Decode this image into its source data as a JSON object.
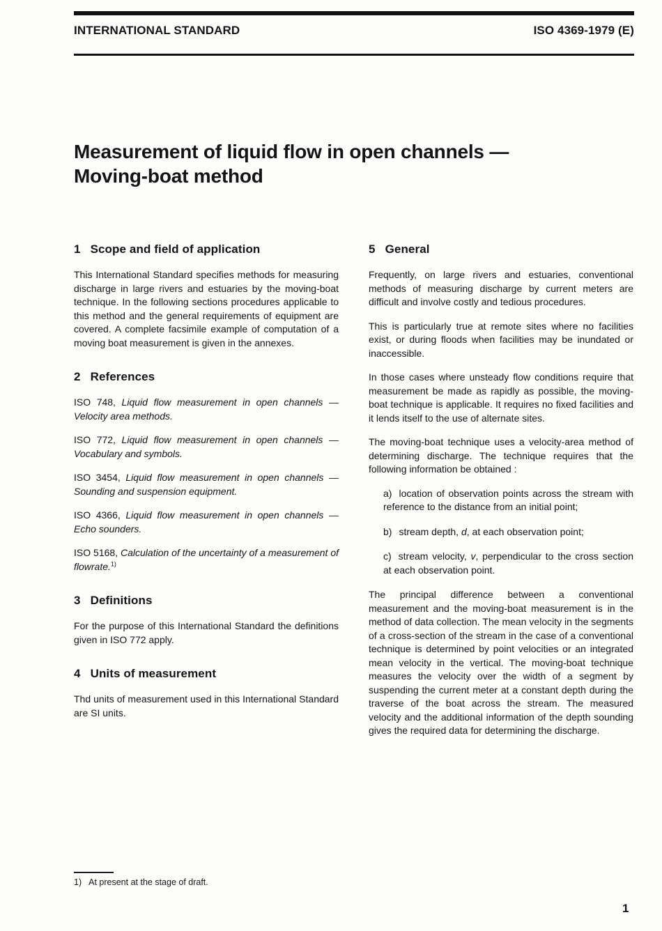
{
  "colors": {
    "paper": "#fdfdfb",
    "ink": "#141414"
  },
  "header": {
    "left_label": "INTERNATIONAL STANDARD",
    "right_label": "ISO 4369-1979 (E)"
  },
  "title": {
    "line1": "Measurement of liquid flow in open channels —",
    "line2": "Moving-boat method"
  },
  "sections": {
    "scope": {
      "num": "1",
      "heading": "Scope and field of application",
      "p1": "This International Standard specifies methods for measuring discharge in large rivers and estuaries by the moving-boat technique. In the following sections procedures applicable to this method and the general requirements of equipment are covered. A complete facsimile example of computation of a moving boat measurement is given in the annexes."
    },
    "references": {
      "num": "2",
      "heading": "References",
      "items": [
        {
          "code": "ISO 748,",
          "title": "Liquid flow measurement in open channels — Velocity area methods."
        },
        {
          "code": "ISO 772,",
          "title": "Liquid flow measurement in open channels — Vocabulary and symbols."
        },
        {
          "code": "ISO 3454,",
          "title": "Liquid flow measurement in open channels — Sounding and suspension equipment."
        },
        {
          "code": "ISO 4366,",
          "title": "Liquid flow measurement in open channels — Echo sounders."
        },
        {
          "code": "ISO 5168,",
          "title": "Calculation of the uncertainty of a measurement of flowrate.",
          "footnote_ref": "1)"
        }
      ]
    },
    "definitions": {
      "num": "3",
      "heading": "Definitions",
      "p1": "For the purpose of this International Standard the definitions given in ISO 772 apply."
    },
    "units": {
      "num": "4",
      "heading": "Units of measurement",
      "p1": "Thd units of measurement used in this International Standard are SI units."
    },
    "general": {
      "num": "5",
      "heading": "General",
      "p1": "Frequently, on large rivers and estuaries, conventional methods of measuring discharge by current meters are difficult and involve costly and tedious procedures.",
      "p2": "This is particularly true at remote sites where no facilities exist, or during floods when facilities may be inundated or inaccessible.",
      "p3": "In those cases where unsteady flow conditions require that measurement be made as rapidly as possible, the moving-boat technique is applicable. It requires no fixed facilities and it lends itself to the use of alternate sites.",
      "p4": "The moving-boat technique uses a velocity-area method of determining discharge. The technique requires that the following information be obtained :",
      "list": [
        {
          "label": "a)",
          "pre": "location of observation points across the stream with reference to the distance from an initial point;",
          "var": "",
          "post": ""
        },
        {
          "label": "b)",
          "pre": "stream depth, ",
          "var": "d",
          "post": ", at each observation point;"
        },
        {
          "label": "c)",
          "pre": "stream velocity, ",
          "var": "v",
          "post": ", perpendicular to the cross section at each observation point."
        }
      ],
      "p5": "The principal difference between a conventional measurement and the moving-boat measurement is in the method of data collection. The mean velocity in the segments of a cross-section of the stream in the case of a conventional technique is determined by point velocities or an integrated mean velocity in the vertical. The moving-boat technique measures the velocity over the width of a segment by suspending the current meter at a constant depth during the traverse of the boat across the stream. The measured velocity and the additional information of the depth sounding gives the required data for determining the discharge."
    }
  },
  "footnote": {
    "marker": "1)",
    "text": "At present at the stage of draft."
  },
  "page_number": "1"
}
